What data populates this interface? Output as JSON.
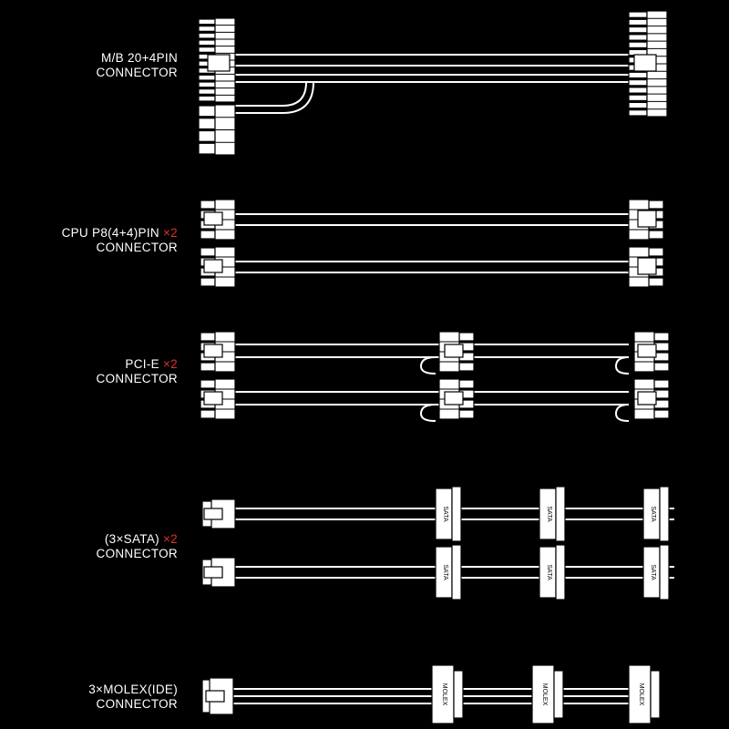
{
  "labels": {
    "mb": {
      "line1": "M/B 20+4PIN",
      "line2": "CONNECTOR"
    },
    "cpu": {
      "line1": "CPU P8(4+4)PIN",
      "mult": "×2",
      "line2": "CONNECTOR"
    },
    "pcie": {
      "line1": "PCI-E",
      "mult": "×2",
      "line2": "CONNECTOR"
    },
    "sata": {
      "line1": "(3×SATA)",
      "mult": "×2",
      "line2": "CONNECTOR"
    },
    "molex": {
      "line1": "3×MOLEX(IDE)",
      "line2": "CONNECTOR"
    }
  },
  "connector_text": {
    "sata": "SATA",
    "molex": "MOLEX"
  },
  "colors": {
    "background": "#000000",
    "line": "#ffffff",
    "accent": "#e0312a"
  }
}
